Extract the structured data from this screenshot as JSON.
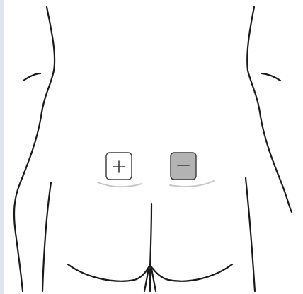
{
  "figure": {
    "subject": "lower-back-electrode-placement",
    "electrodes": [
      {
        "name": "positive",
        "symbol": "plus",
        "fill": "#ffffff"
      },
      {
        "name": "negative",
        "symbol": "minus",
        "fill": "#b3b3b3"
      }
    ],
    "colors": {
      "outline": "#1a1a1a",
      "shadow": "#c8c8c8",
      "background": "#ffffff",
      "edge_strip": "#dde3f0"
    }
  }
}
